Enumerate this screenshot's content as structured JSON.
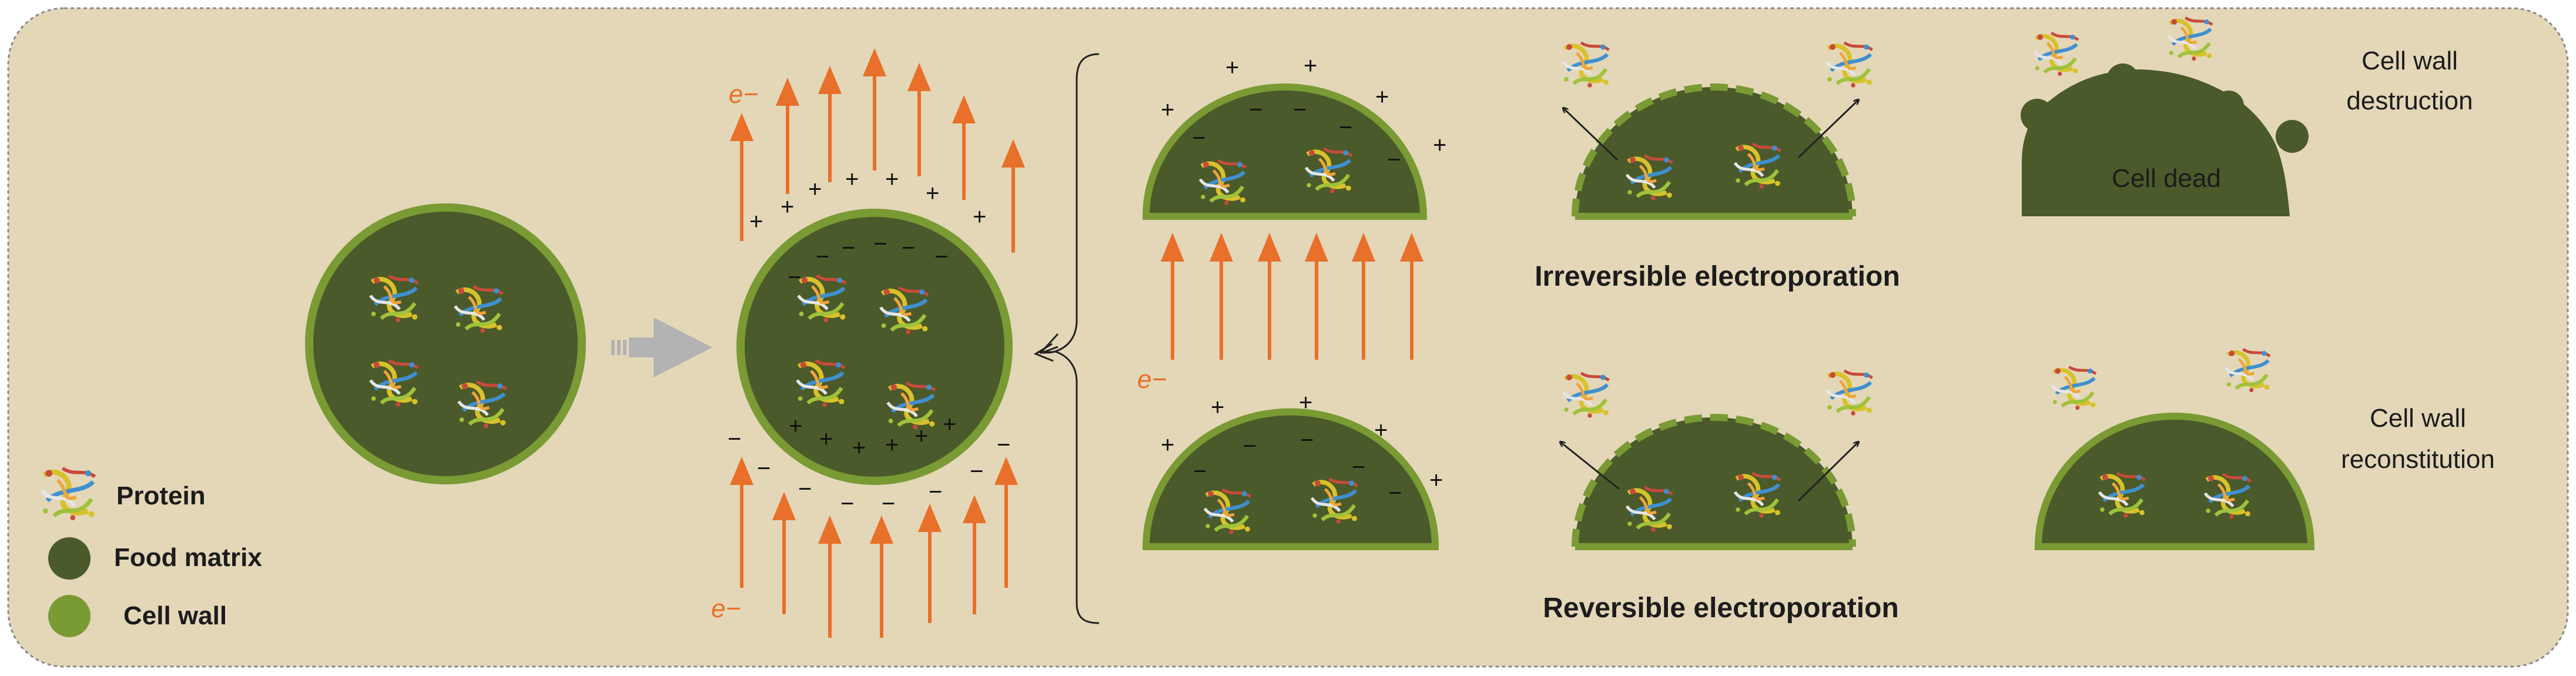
{
  "legend": {
    "protein": "Protein",
    "food_matrix": "Food matrix",
    "cell_wall": "Cell wall"
  },
  "labels": {
    "electron": "e−",
    "irreversible": "Irreversible electroporation",
    "reversible": "Reversible electroporation",
    "cell_dead": "Cell dead",
    "destruction_line1": "Cell wall",
    "destruction_line2": "destruction",
    "reconstitution_line1": "Cell wall",
    "reconstitution_line2": "reconstitution",
    "plus": "+",
    "minus": "−"
  },
  "colors": {
    "background": "#e3d7b8",
    "border": "#8a8a8a",
    "food_matrix": "#4b5a2a",
    "cell_wall": "#7a9a34",
    "field_arrow": "#e8702a",
    "transition_arrow": "#b3b3b3",
    "pointer": "#222222"
  },
  "icons": {
    "protein": "protein-icon",
    "transition": "arrow-right-icon"
  }
}
